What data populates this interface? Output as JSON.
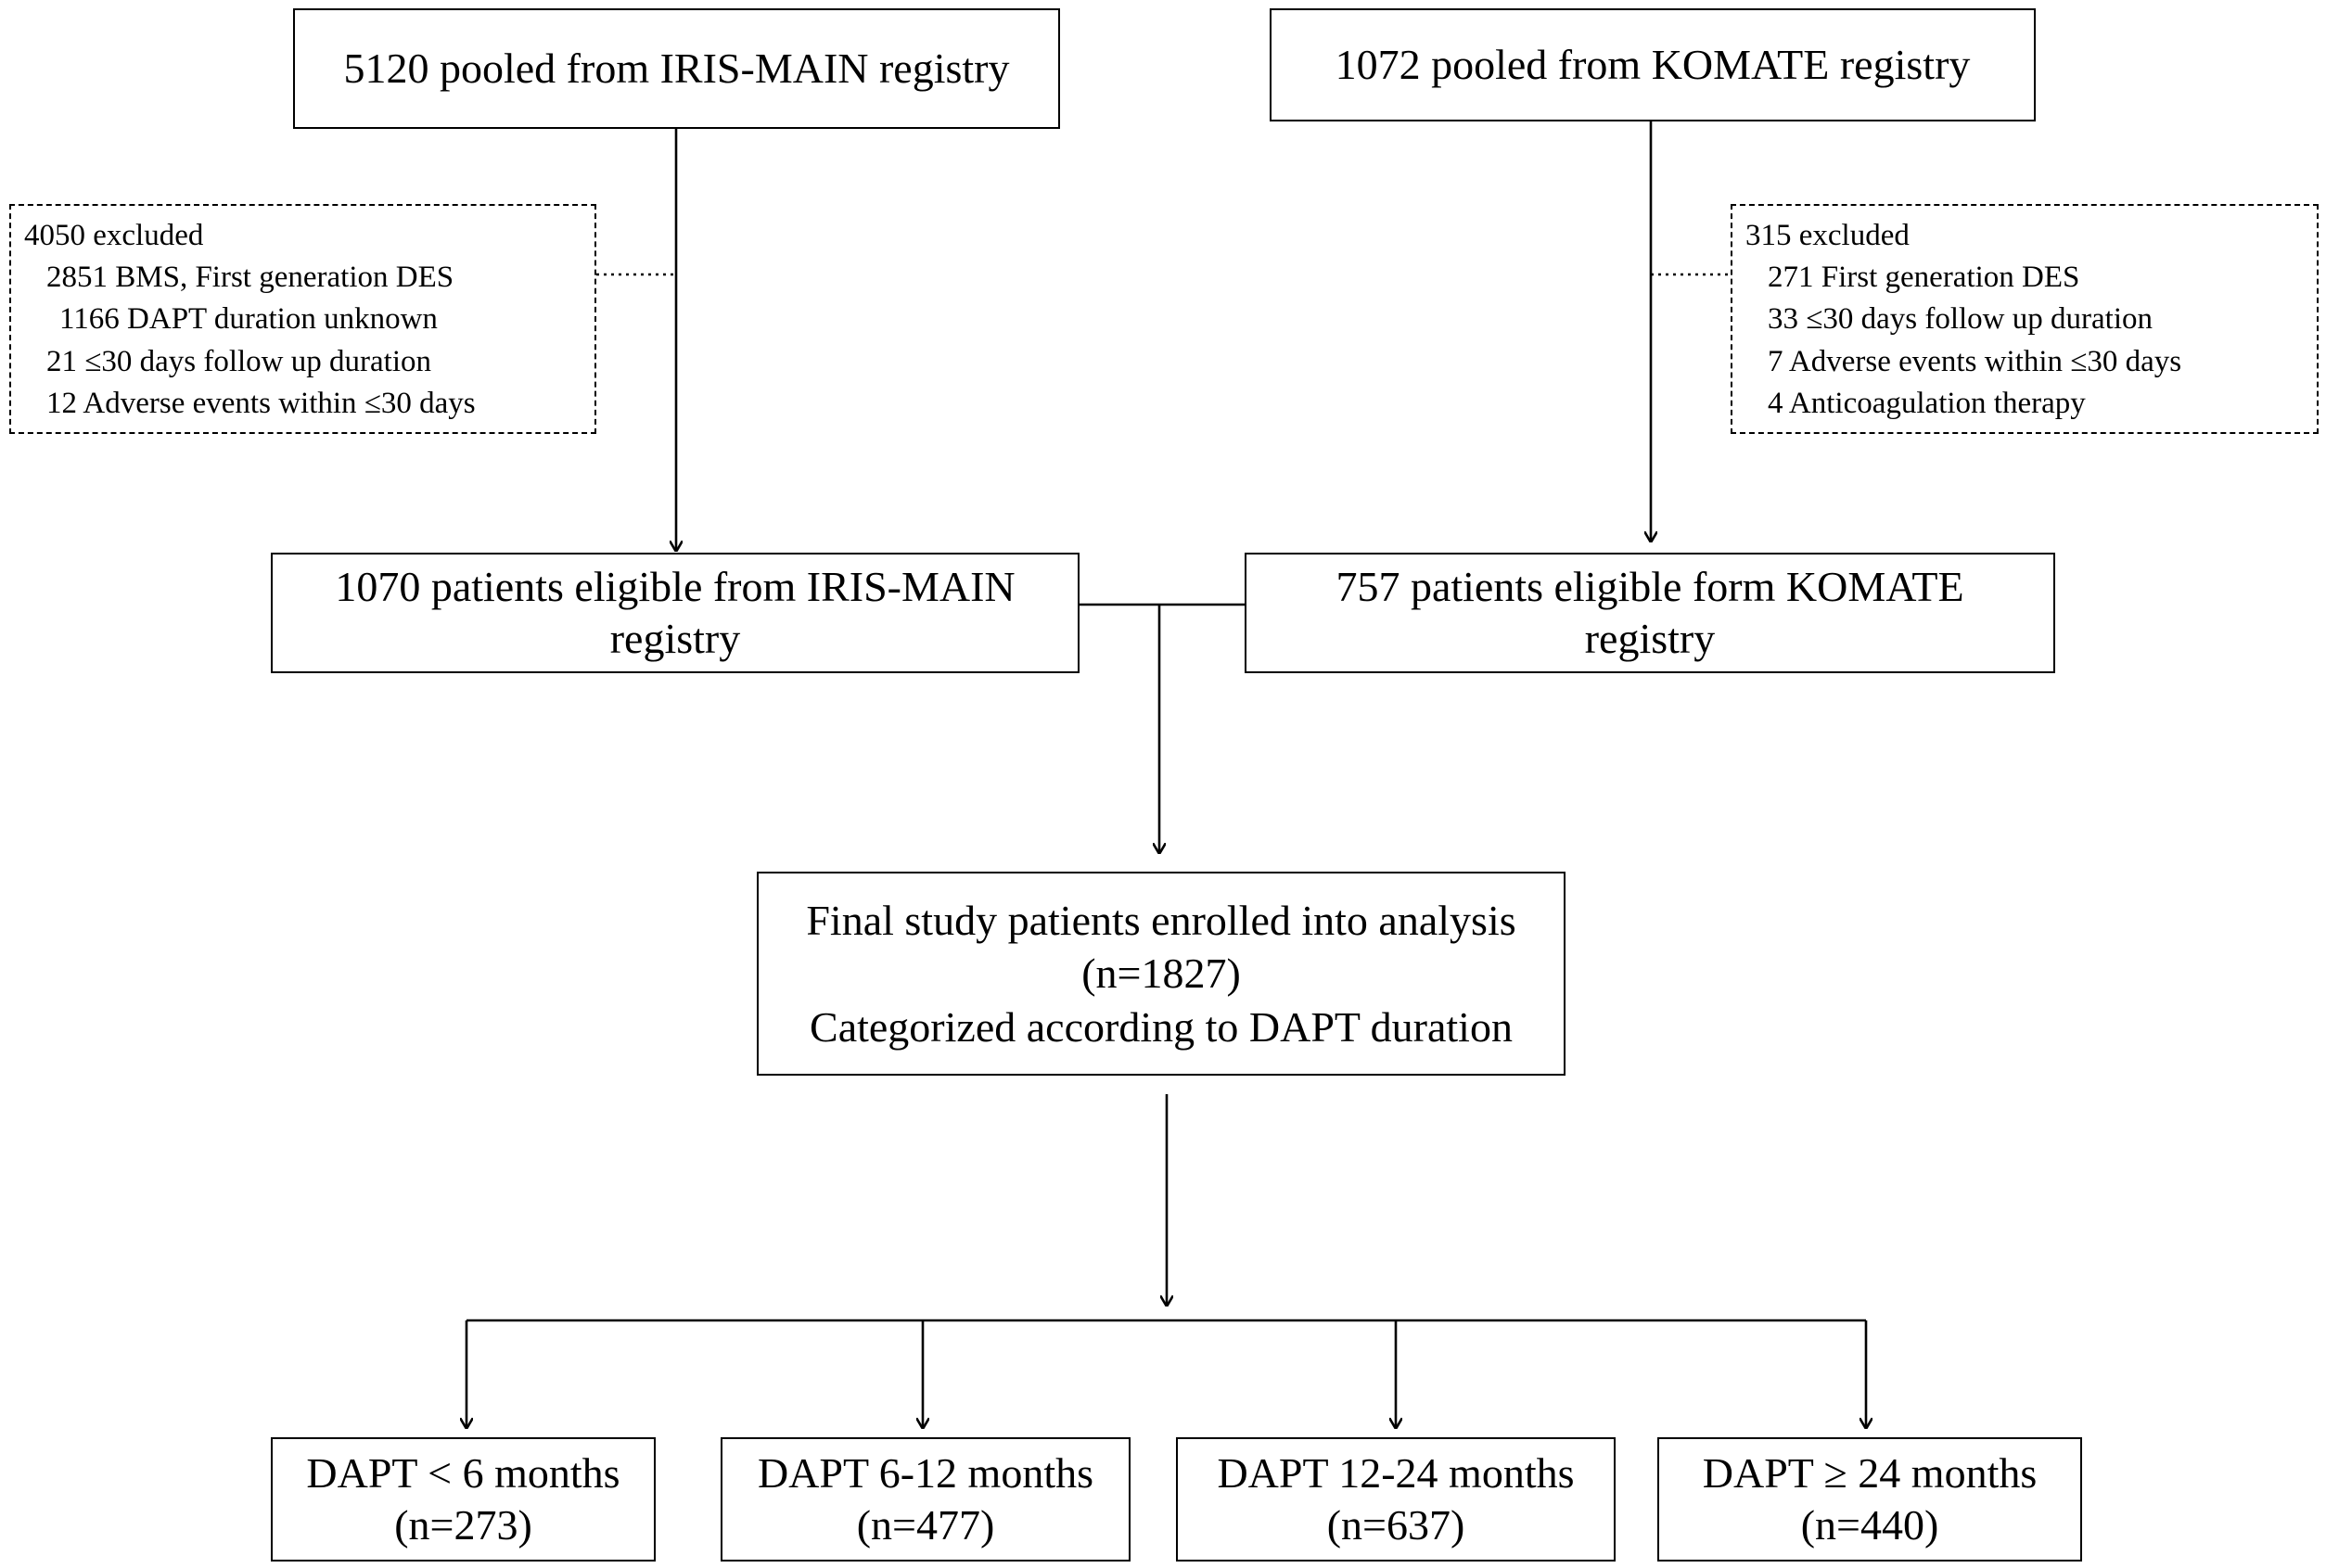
{
  "sources": {
    "iris": "5120 pooled from IRIS-MAIN registry",
    "komate": "1072 pooled from KOMATE registry"
  },
  "exclusions": {
    "iris": {
      "title": "4050 excluded",
      "items": [
        "2851 BMS, First generation DES",
        "1166 DAPT  duration unknown",
        "21  ≤30 days follow up duration",
        "12  Adverse events within ≤30 days"
      ]
    },
    "komate": {
      "title": "315 excluded",
      "items": [
        "271 First generation DES",
        "33  ≤30 days follow up duration",
        "7  Adverse events within ≤30 days",
        "4  Anticoagulation therapy"
      ]
    }
  },
  "eligible": {
    "iris": [
      "1070 patients eligible from IRIS-MAIN",
      "registry"
    ],
    "komate": [
      "757  patients eligible form KOMATE",
      "registry"
    ]
  },
  "final": [
    "Final study patients enrolled into analysis",
    "(n=1827)",
    "Categorized according to DAPT duration"
  ],
  "groups": [
    {
      "label": "DAPT < 6 months",
      "n": "(n=273)"
    },
    {
      "label": "DAPT 6-12 months",
      "n": "(n=477)"
    },
    {
      "label": "DAPT 12-24 months",
      "n": "(n=637)"
    },
    {
      "label": "DAPT  ≥ 24 months",
      "n": "(n=440)"
    }
  ]
}
